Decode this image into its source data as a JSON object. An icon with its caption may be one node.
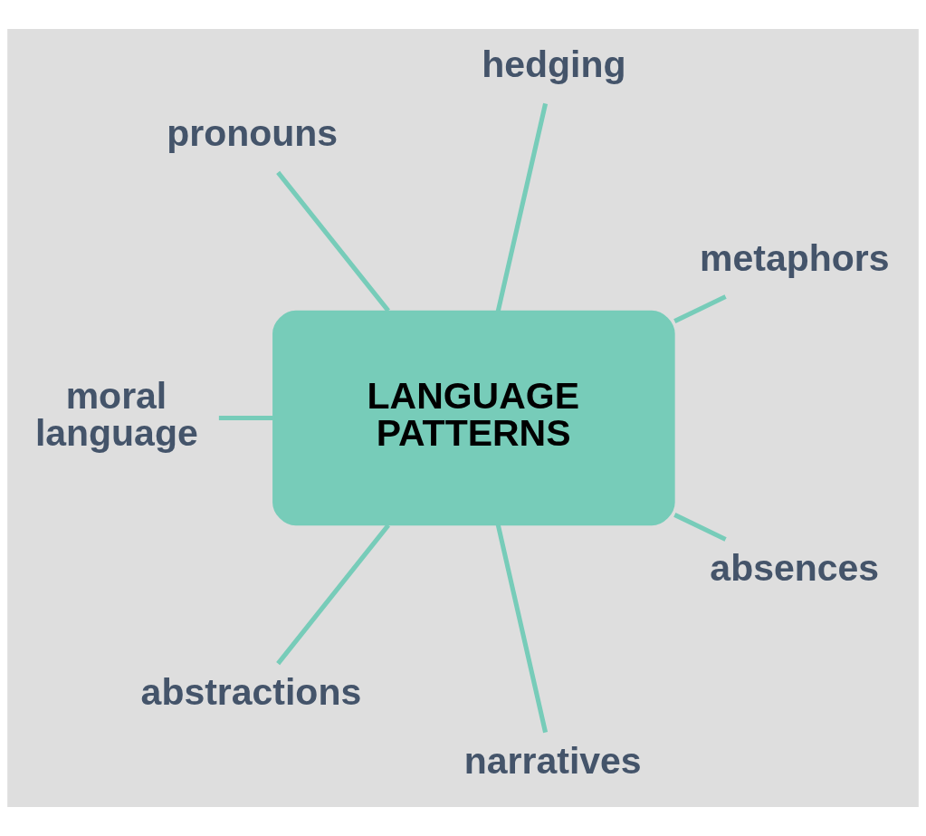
{
  "diagram": {
    "nodes": [
      {
        "text": [
          "metaphors"
        ]
      },
      {
        "text": [
          "hedging"
        ]
      },
      {
        "text": [
          "pronouns"
        ]
      },
      {
        "text": [
          "LANGUAGE PATTERNS"
        ]
      },
      {
        "text": [
          "moral language"
        ]
      },
      {
        "text": [
          "abstractions"
        ]
      },
      {
        "text": [
          "narratives"
        ]
      },
      {
        "text": [
          "absences"
        ]
      }
    ],
    "edges": [
      {
        "from": 3,
        "to": 0,
        "arrow": "none"
      },
      {
        "from": 3,
        "to": 1,
        "arrow": "none"
      },
      {
        "from": 3,
        "to": 2,
        "arrow": "none"
      },
      {
        "from": 3,
        "to": 4,
        "arrow": "none"
      },
      {
        "from": 3,
        "to": 5,
        "arrow": "none"
      },
      {
        "from": 3,
        "to": 6,
        "arrow": "none"
      },
      {
        "from": 3,
        "to": 7,
        "arrow": "none"
      }
    ]
  }
}
